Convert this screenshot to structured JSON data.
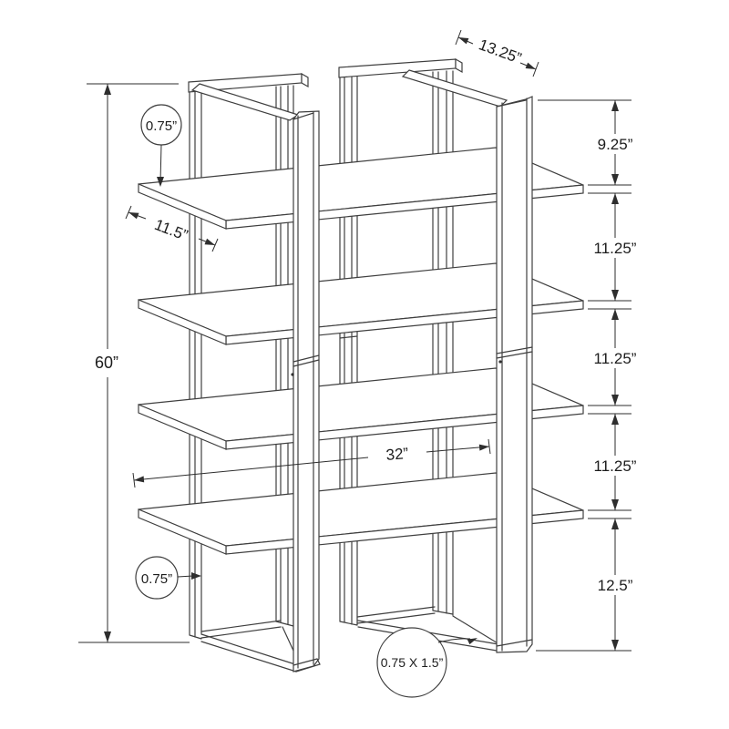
{
  "drawing": {
    "type": "product-dimension-diagram",
    "subject": "4-shelf etagere bookcase line drawing",
    "dims": {
      "height": "60”",
      "top_depth": "13.25”",
      "shelf_depth": "11.5”",
      "span": "32”",
      "tube_top": "0.75”",
      "tube_bottom": "0.75”",
      "tube_section": "0.75 X 1.5”"
    },
    "right_chain": [
      "9.25”",
      "11.25”",
      "11.25”",
      "11.25”",
      "12.5”"
    ],
    "colors": {
      "line": "#3f3f3f",
      "dimension": "#2e2e2e",
      "background": "#ffffff"
    }
  }
}
